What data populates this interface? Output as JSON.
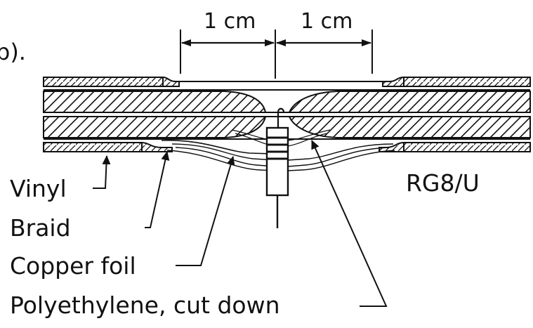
{
  "diagram": {
    "panel_label": "b).",
    "dimensions": {
      "left": "1 cm",
      "right": "1 cm"
    },
    "cable_type": "RG8/U",
    "labels": {
      "vinyl": "Vinyl",
      "braid": "Braid",
      "copper_foil": "Copper foil",
      "polyethylene": "Polyethylene, cut down"
    },
    "colors": {
      "ink": "#111111",
      "background": "#ffffff"
    }
  }
}
